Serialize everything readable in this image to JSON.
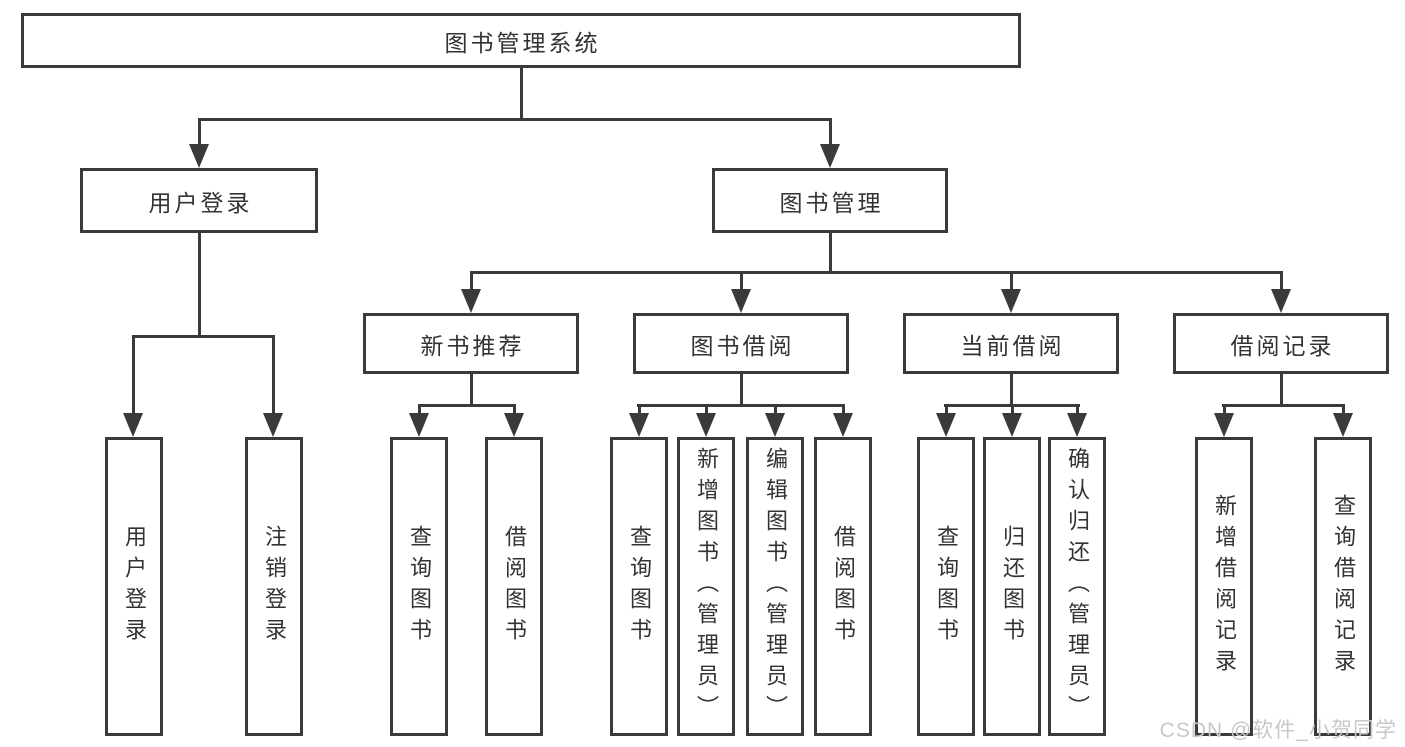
{
  "tree": {
    "label": "图书管理系统",
    "children": [
      {
        "label": "用户登录",
        "children": [
          {
            "label": "用户登录"
          },
          {
            "label": "注销登录"
          }
        ]
      },
      {
        "label": "图书管理",
        "children": [
          {
            "label": "新书推荐",
            "children": [
              {
                "label": "查询图书"
              },
              {
                "label": "借阅图书"
              }
            ]
          },
          {
            "label": "图书借阅",
            "children": [
              {
                "label": "查询图书"
              },
              {
                "label": "新增图书（管理员）"
              },
              {
                "label": "编辑图书（管理员）"
              },
              {
                "label": "借阅图书"
              }
            ]
          },
          {
            "label": "当前借阅",
            "children": [
              {
                "label": "查询图书"
              },
              {
                "label": "归还图书"
              },
              {
                "label": "确认归还（管理员）"
              }
            ]
          },
          {
            "label": "借阅记录",
            "children": [
              {
                "label": "新增借阅记录"
              },
              {
                "label": "查询借阅记录"
              }
            ]
          }
        ]
      }
    ]
  },
  "watermark": {
    "text": "CSDN @软件_小贺同学"
  },
  "colors": {
    "line": "#3a3a3a",
    "text": "#333333",
    "wm": "#c8c8c8",
    "bg": "#ffffff"
  }
}
